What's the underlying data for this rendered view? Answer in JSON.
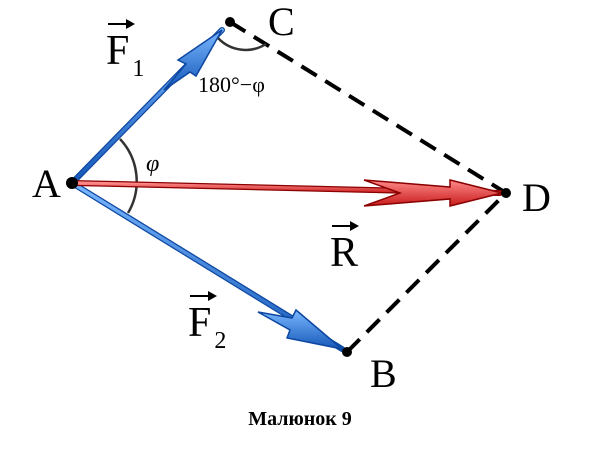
{
  "points": {
    "A": "A",
    "B": "B",
    "C": "C",
    "D": "D"
  },
  "vectors": {
    "F1": {
      "name": "F",
      "subscript": "1"
    },
    "F2": {
      "name": "F",
      "subscript": "2"
    },
    "R": {
      "name": "R"
    }
  },
  "angles": {
    "phi": "φ",
    "supplement": "180°−φ"
  },
  "caption": "Малюнок 9",
  "colors": {
    "force_vectors": "#1f6fd6",
    "resultant": "#e03030",
    "construction_lines": "#000000",
    "points": "#000000"
  }
}
